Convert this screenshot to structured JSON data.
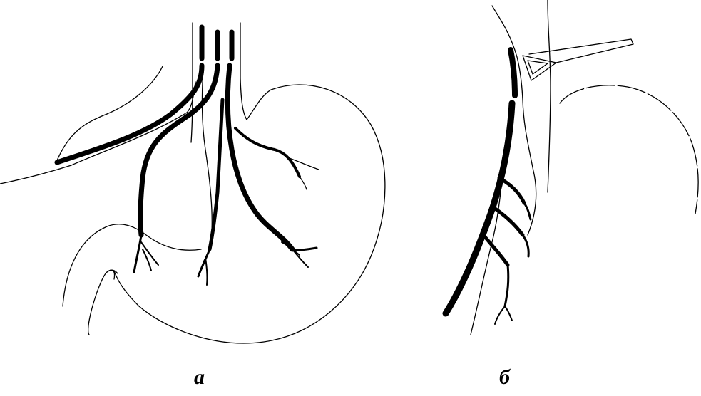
{
  "figure": {
    "panels": [
      {
        "id": "a",
        "label": "а"
      },
      {
        "id": "b",
        "label": "б"
      }
    ],
    "colors": {
      "line": "#000000",
      "background": "#ffffff"
    }
  }
}
